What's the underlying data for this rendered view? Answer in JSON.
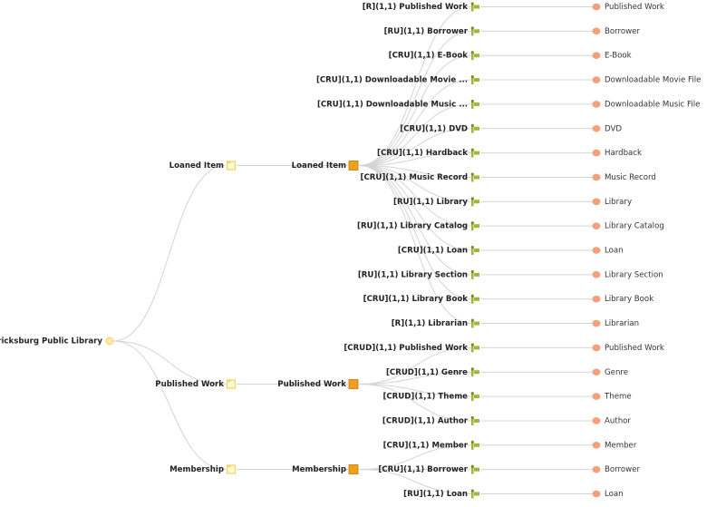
{
  "root": {
    "label": "Bricksburg Public Library",
    "icon": "root-node-icon"
  },
  "branches": [
    {
      "label": "Loaned Item",
      "icon": "folder-icon",
      "entity": {
        "label": "Loaned Item",
        "icon": "entity-box-icon"
      },
      "attributes": [
        {
          "label": "[R](1,1) Published Work",
          "target": "Published Work"
        },
        {
          "label": "[RU](1,1) Borrower",
          "target": "Borrower"
        },
        {
          "label": "[CRU](1,1) E-Book",
          "target": "E-Book"
        },
        {
          "label": "[CRU](1,1) Downloadable Movie ...",
          "target": "Downloadable Movie File"
        },
        {
          "label": "[CRU](1,1) Downloadable Music ...",
          "target": "Downloadable Music File"
        },
        {
          "label": "[CRU](1,1) DVD",
          "target": "DVD"
        },
        {
          "label": "[CRU](1,1) Hardback",
          "target": "Hardback"
        },
        {
          "label": "[CRU](1,1) Music Record",
          "target": "Music Record"
        },
        {
          "label": "[RU](1,1) Library",
          "target": "Library"
        },
        {
          "label": "[RU](1,1) Library Catalog",
          "target": "Library Catalog"
        },
        {
          "label": "[CRU](1,1) Loan",
          "target": "Loan"
        },
        {
          "label": "[RU](1,1) Library Section",
          "target": "Library Section"
        },
        {
          "label": "[CRU](1,1) Library Book",
          "target": "Library Book"
        },
        {
          "label": "[R](1,1) Librarian",
          "target": "Librarian"
        }
      ]
    },
    {
      "label": "Published Work",
      "icon": "folder-icon",
      "entity": {
        "label": "Published Work",
        "icon": "entity-box-icon"
      },
      "attributes": [
        {
          "label": "[CRUD](1,1) Published Work",
          "target": "Published Work"
        },
        {
          "label": "[CRUD](1,1) Genre",
          "target": "Genre"
        },
        {
          "label": "[CRUD](1,1) Theme",
          "target": "Theme"
        },
        {
          "label": "[CRUD](1,1) Author",
          "target": "Author"
        }
      ]
    },
    {
      "label": "Membership",
      "icon": "folder-icon",
      "entity": {
        "label": "Membership",
        "icon": "entity-box-icon"
      },
      "attributes": [
        {
          "label": "[CRU](1,1) Member",
          "target": "Member"
        },
        {
          "label": "[CRU](1,1) Borrower",
          "target": "Borrower"
        },
        {
          "label": "[RU](1,1) Loan",
          "target": "Loan"
        }
      ]
    }
  ],
  "colors": {
    "edge": "#d4d4d4",
    "folder": "#f4d35e",
    "entity_box": "#f0a020",
    "leaf_dot": "#f4a07a",
    "attr_icon": "#a6b33a",
    "root_dot": "#fde9a8"
  }
}
